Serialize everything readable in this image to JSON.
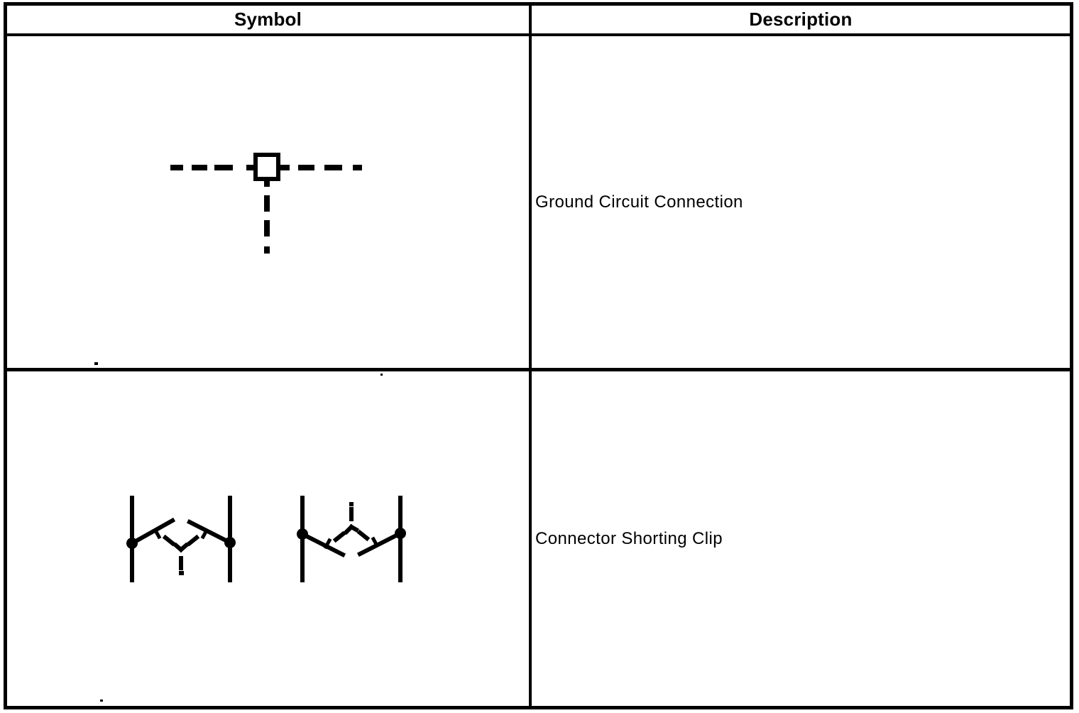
{
  "table": {
    "columns": [
      {
        "header": "Symbol"
      },
      {
        "header": "Description"
      }
    ],
    "rows": [
      {
        "symbol_icon": "ground-circuit-connection-symbol",
        "description": "Ground Circuit Connection"
      },
      {
        "symbol_icon": "connector-shorting-clip-symbol",
        "description": "Connector Shorting Clip"
      }
    ]
  },
  "colors": {
    "line": "#000000",
    "background": "#ffffff"
  }
}
